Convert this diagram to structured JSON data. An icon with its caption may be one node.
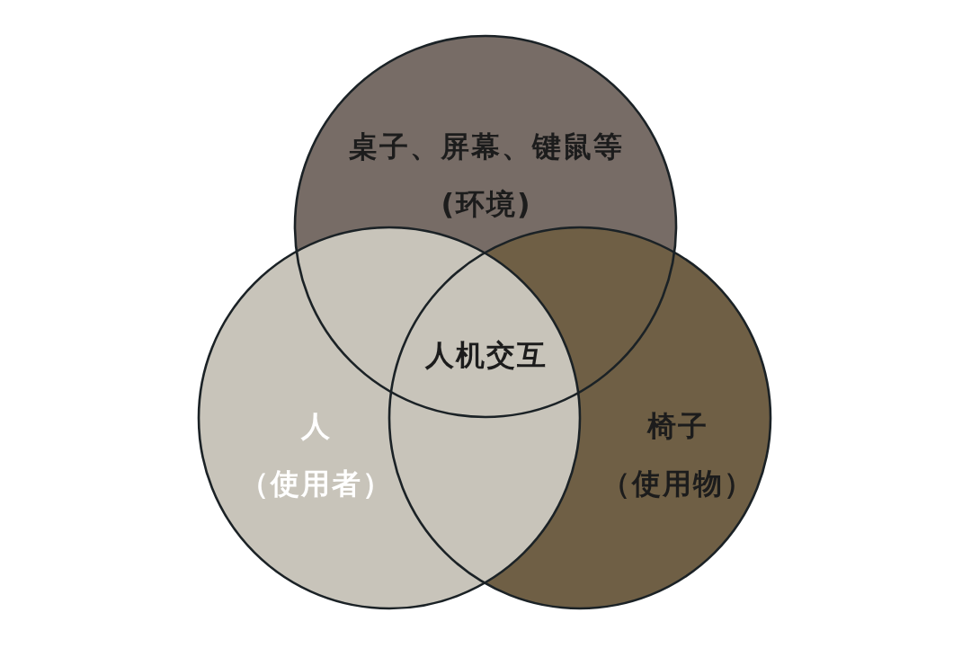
{
  "diagram": {
    "nodes": [
      {
        "text": [
          "桌子、屏幕、键鼠等",
          "(环境)"
        ]
      },
      {
        "text": [
          "人",
          "（使用者）"
        ]
      },
      {
        "text": [
          "椅子",
          "（使用物）"
        ]
      }
    ],
    "labels": [
      "人机交互"
    ]
  }
}
